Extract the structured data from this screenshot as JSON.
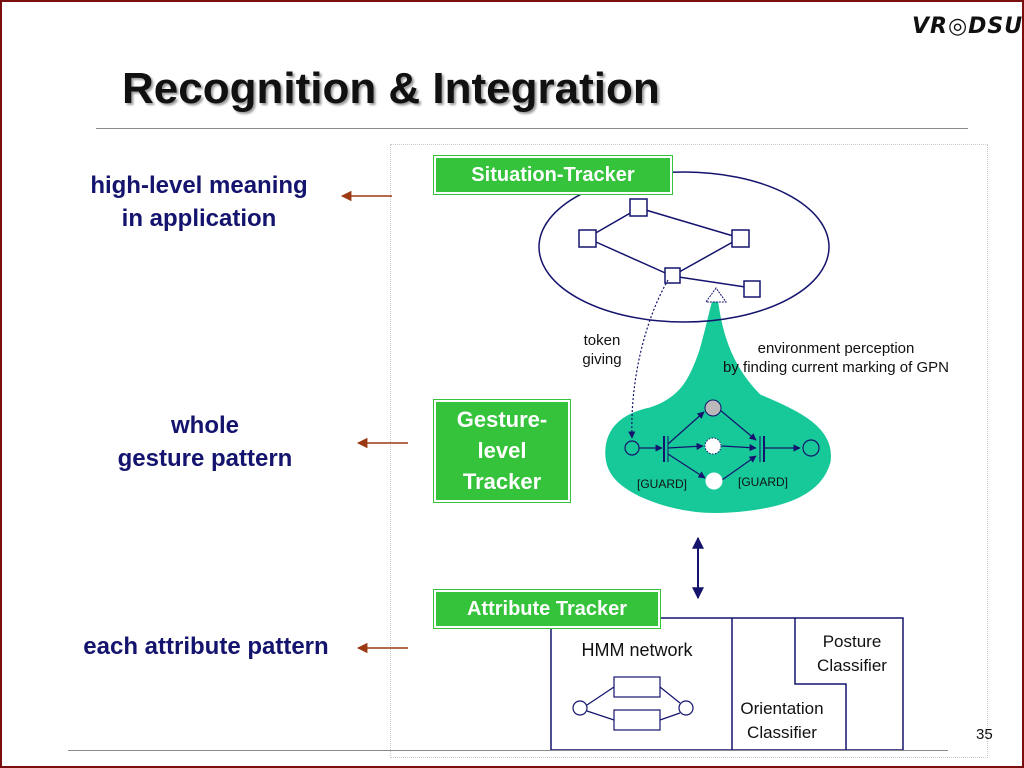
{
  "slide": {
    "title": "Recognition & Integration",
    "logo_text": "VR◎DSU",
    "page_number": "35"
  },
  "left_labels": {
    "high_level": "high-level meaning\nin application",
    "whole_gesture": "whole\ngesture pattern",
    "each_attribute": "each attribute pattern"
  },
  "trackers": {
    "situation": "Situation-Tracker",
    "gesture": "Gesture-\nlevel\nTracker",
    "attribute": "Attribute Tracker"
  },
  "annotations": {
    "token_giving": "token\ngiving",
    "environment_perception": "environment perception\nby finding current marking of GPN",
    "guard_left": "[GUARD]",
    "guard_right": "[GUARD]"
  },
  "attribute_modules": {
    "hmm_network": "HMM network",
    "posture_classifier": "Posture\nClassifier",
    "orientation_classifier": "Orientation\nClassifier"
  },
  "colors": {
    "frame": "#7a0f0f",
    "title_text": "#111111",
    "label_text": "#14146e",
    "tracker_green": "#34c33a",
    "cone_teal": "#17c898",
    "arrow_brown": "#9b3a12",
    "arrow_navy": "#14146e"
  }
}
